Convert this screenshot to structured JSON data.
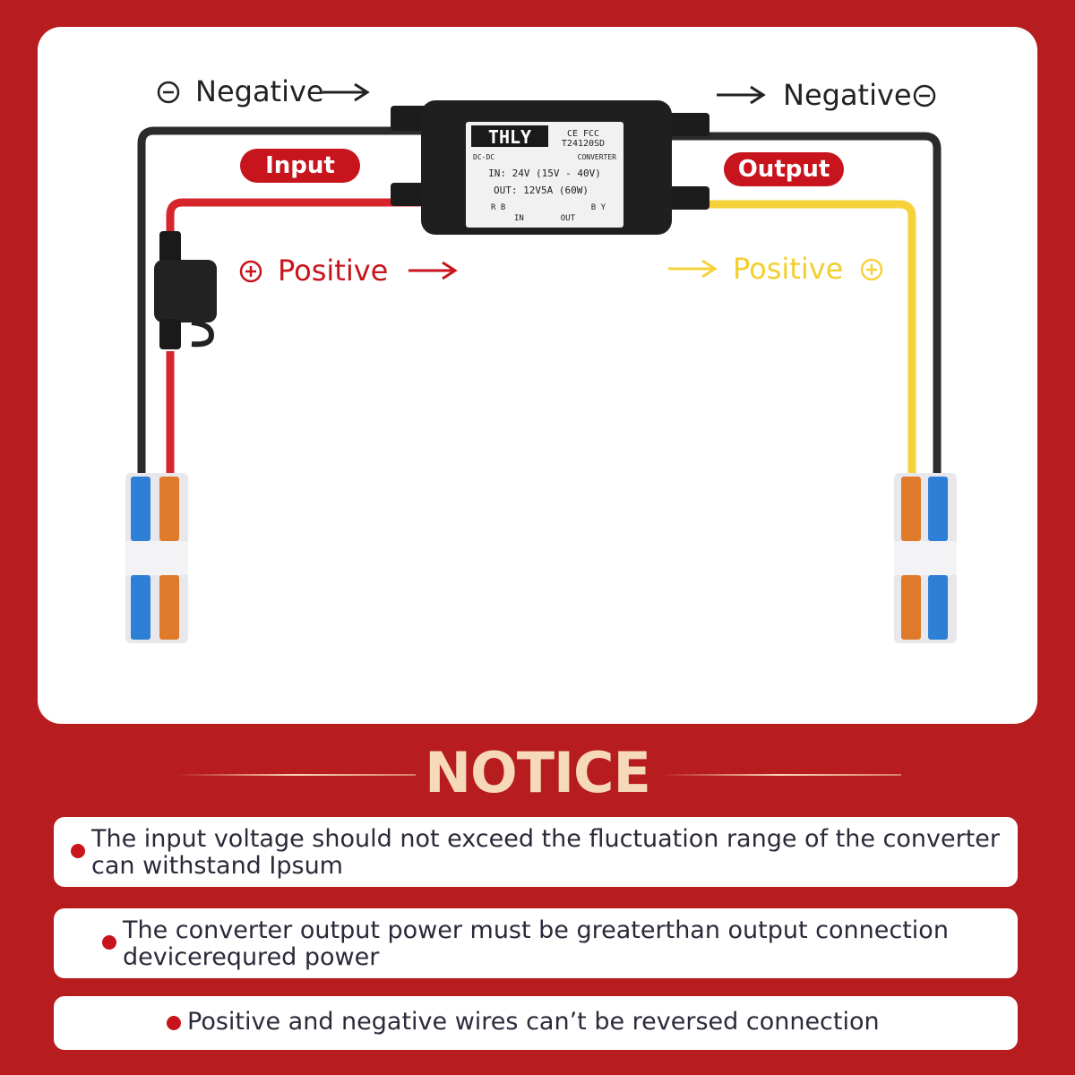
{
  "diagram": {
    "negative_left": "Negative",
    "negative_right": "Negative",
    "positive_left": "Positive",
    "positive_right": "Positive",
    "input_label": "Input",
    "output_label": "Output",
    "converter": {
      "brand": "THLY",
      "cert": "CE FCC",
      "model": "T24120SD",
      "type_left": "DC-DC",
      "type_right": "CONVERTER",
      "in_spec": "IN: 24V   (15V - 40V)",
      "out_spec": "OUT: 12V5A  (60W)",
      "rb": "R B",
      "by": "B Y",
      "in_mark": "IN",
      "out_mark": "OUT"
    },
    "colors": {
      "negative_wire": "#2b2b2b",
      "input_positive_wire": "#d6262b",
      "output_positive_wire": "#f6d23a",
      "accent": "#c8141c"
    }
  },
  "notice": {
    "title": "NOTICE",
    "items": [
      "The input voltage should not exceed the fluctuation range of the converter can withstand Ipsum",
      "The converter output power must be greaterthan output connection devicerequred power",
      "Positive and negative wires can’t be reversed connection"
    ]
  }
}
